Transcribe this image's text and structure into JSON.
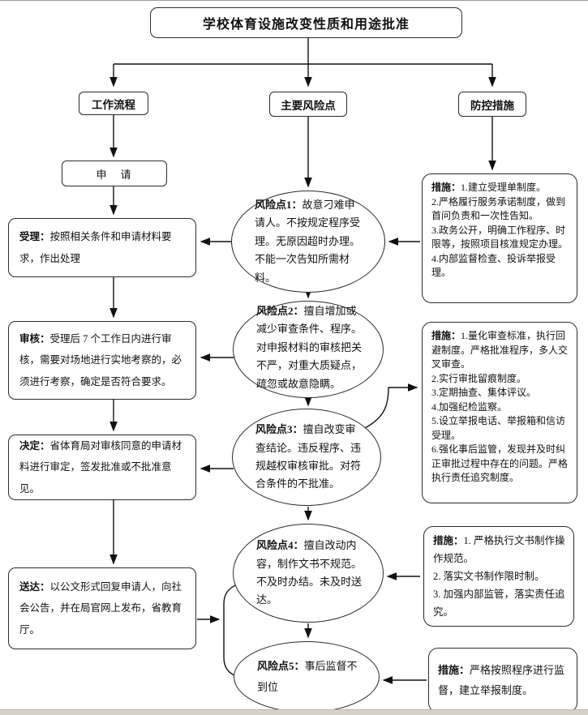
{
  "title": "学校体育设施改变性质和用途批准",
  "columns": {
    "process": "工作流程",
    "risks": "主要风险点",
    "controls": "防控措施"
  },
  "process": {
    "apply": "申　请",
    "accept": {
      "label": "受理：",
      "text": "按照相关条件和申请材料要求，作出处理"
    },
    "review": {
      "label": "审核：",
      "text": "受理后 7 个工作日内进行审核，需要对场地进行实地考察的，必须进行考察，确定是否符合要求。"
    },
    "decide": {
      "label": "决定：",
      "text": "省体育局对审核同意的申请材料进行审定，签发批准或不批准意见。"
    },
    "deliver": {
      "label": "送达：",
      "text": "以公文形式回复申请人，向社会公告，并在局官网上发布，省教育厅。"
    }
  },
  "risks": [
    {
      "label": "风险点1：",
      "text": "故意刁难申请人。不按规定程序受理。无原因超时办理。不能一次告知所需材料。"
    },
    {
      "label": "风险点2：",
      "text": "擅自增加或减少审查条件、程序。对申报材料的审核把关不严，对重大质疑点，疏忽或故意隐瞒。"
    },
    {
      "label": "风险点3：",
      "text": "擅自改变审查结论。违反程序、违规越权审核审批。对符合条件的不批准。"
    },
    {
      "label": "风险点4：",
      "text": "擅自改动内容，制作文书不规范。不及时办结。未及时送达。"
    },
    {
      "label": "风险点5：",
      "text": "事后监督不到位"
    }
  ],
  "measures": [
    {
      "label": "措施：",
      "items": [
        "1.建立受理单制度。",
        "2.严格履行服务承诺制度，做到首问负责和一次性告知。",
        "3.政务公开，明确工作程序、时限等，按照项目核准规定办理。",
        "4.内部监督检查、投诉举报受理。"
      ]
    },
    {
      "label": "措施：",
      "items": [
        "1.量化审查标准，执行回避制度。严格批准程序，多人交叉审查。",
        "2.实行审批留痕制度。",
        "3.定期抽查、集体评议。",
        "4.加强纪检监察。",
        "5.设立举报电话、举报箱和信访受理。",
        "6.强化事后监管，发现并及时纠正审批过程中存在的问题。严格执行责任追究制度。"
      ]
    },
    {
      "label": "措施：",
      "items": [
        "1. 严格执行文书制作操作规范。",
        "2. 落实文书制作限时制。",
        "3. 加强内部监管，落实责任追究。"
      ]
    },
    {
      "label": "措施：",
      "items": [
        "严格按照程序进行监督，建立举报制度。"
      ]
    }
  ]
}
